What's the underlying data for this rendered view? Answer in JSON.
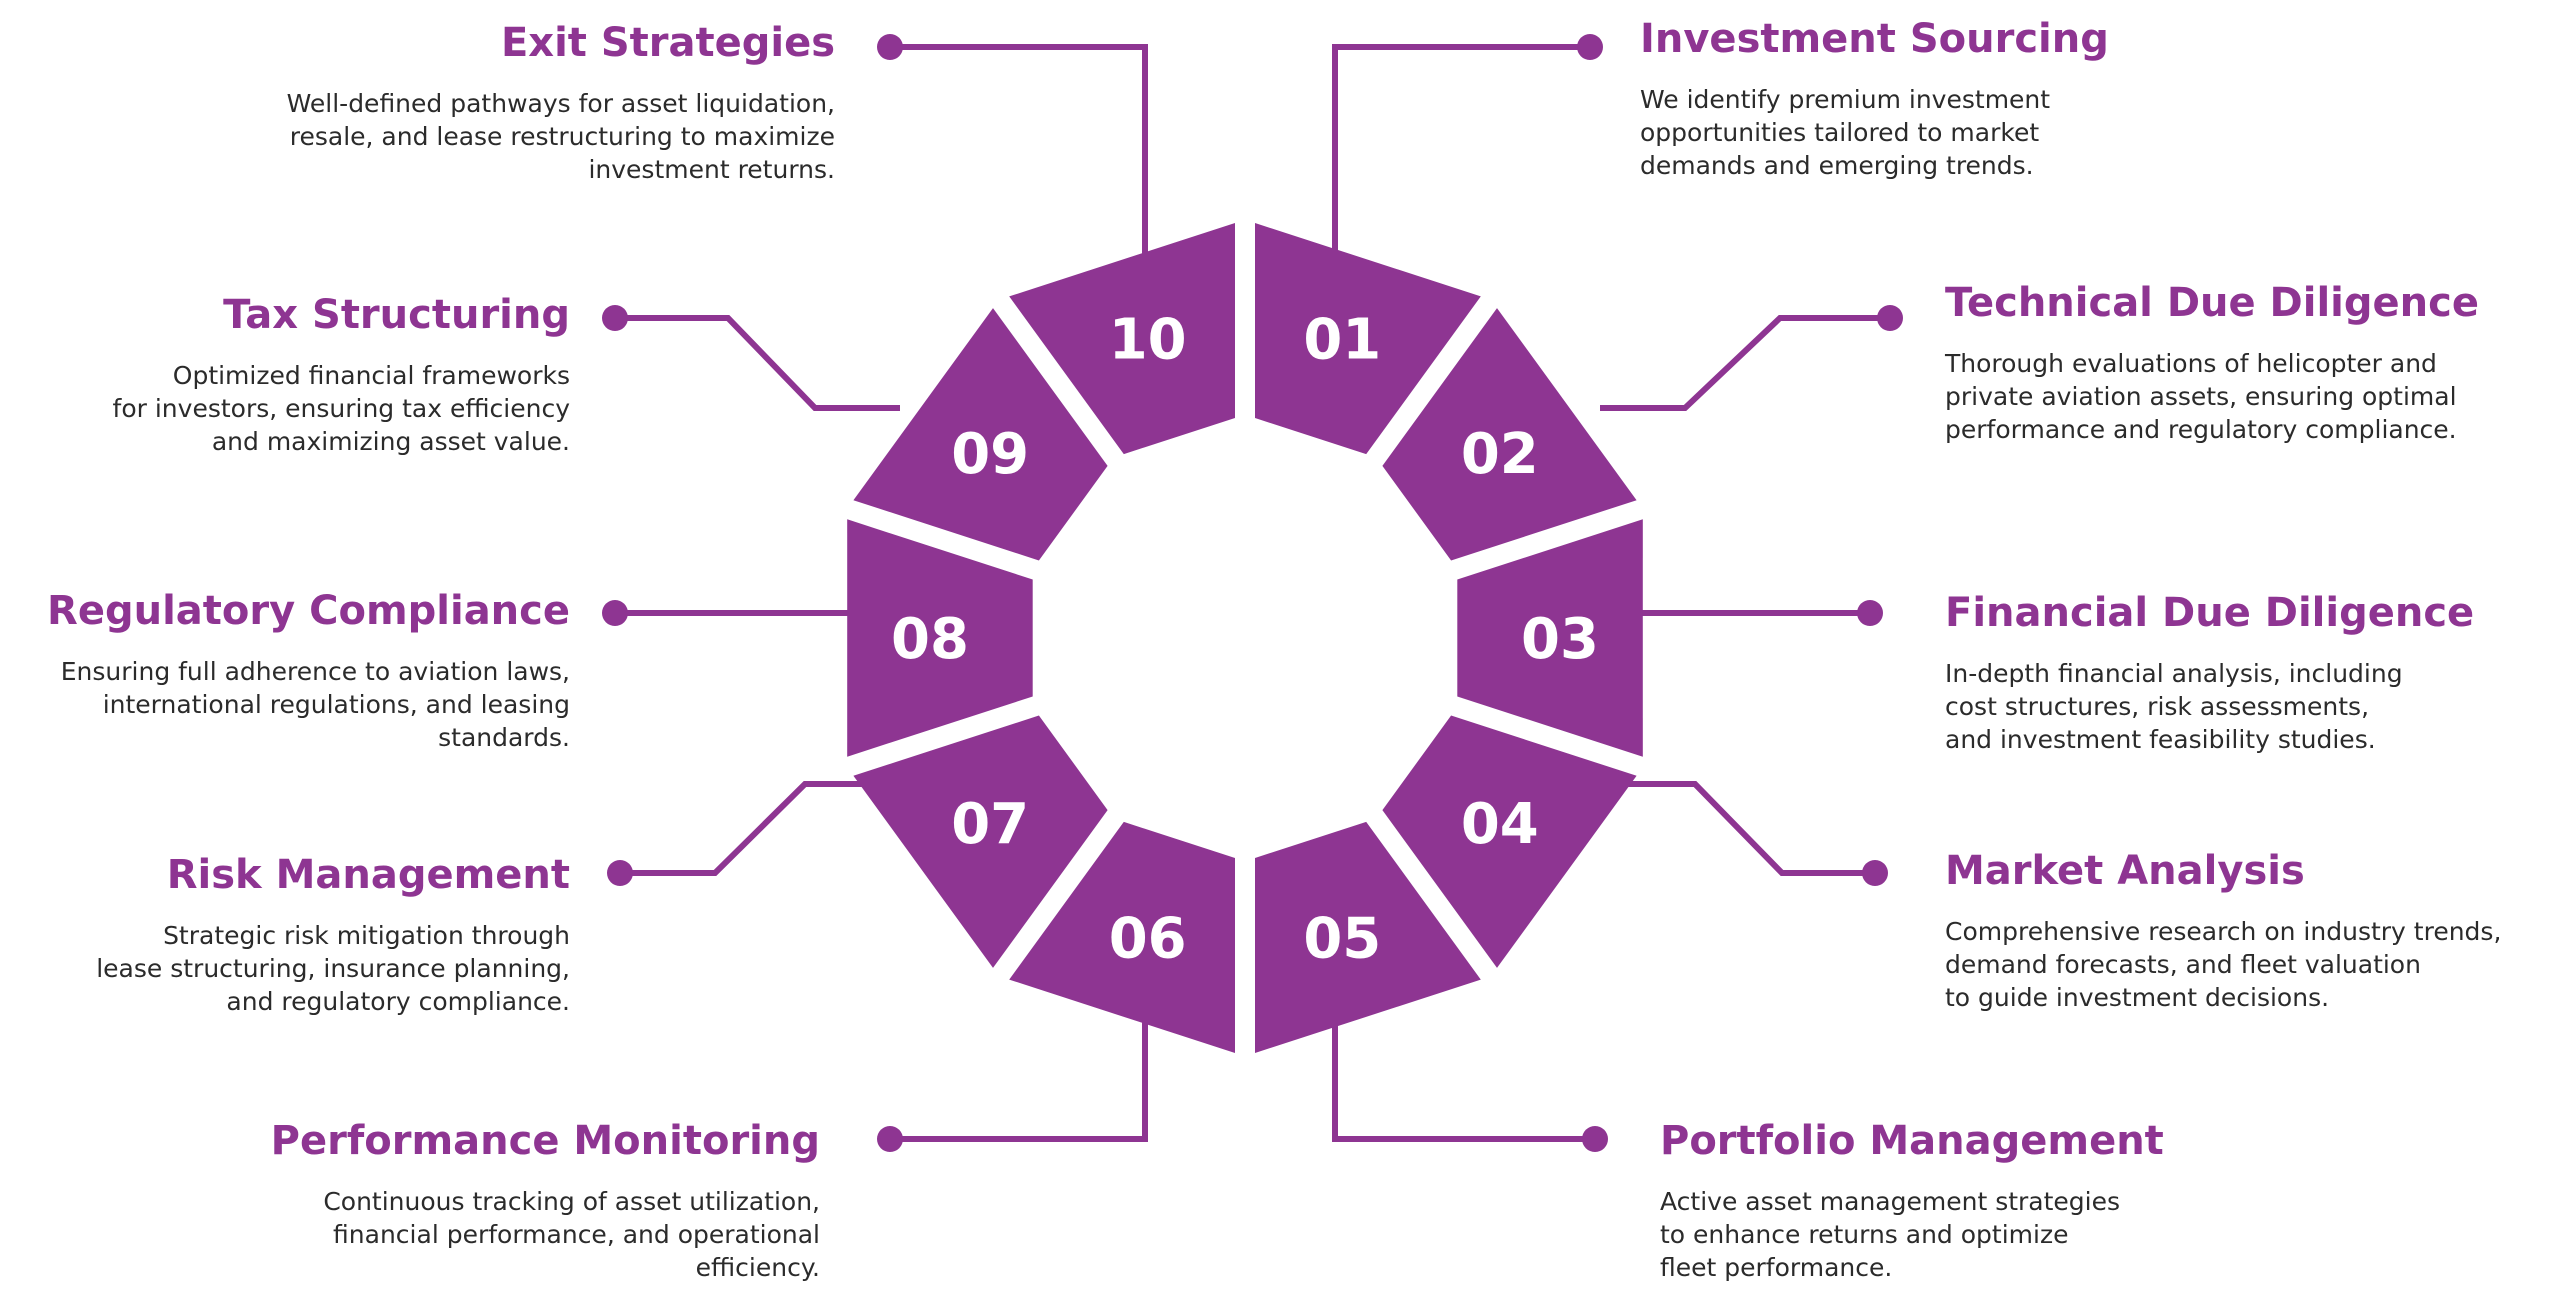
{
  "colors": {
    "accent": "#8e3592",
    "text": "#2b2b2b",
    "background": "#ffffff"
  },
  "steps": [
    {
      "number": "01",
      "title": "Investment Sourcing",
      "lines": [
        "We identify premium investment",
        "opportunities tailored to market",
        "demands and emerging trends."
      ]
    },
    {
      "number": "02",
      "title": "Technical Due Diligence",
      "lines": [
        "Thorough evaluations of helicopter and",
        "private aviation assets, ensuring optimal",
        "performance and regulatory compliance."
      ]
    },
    {
      "number": "03",
      "title": "Financial Due Diligence",
      "lines": [
        "In-depth financial analysis, including",
        "cost structures, risk assessments,",
        "and investment feasibility studies."
      ]
    },
    {
      "number": "04",
      "title": "Market Analysis",
      "lines": [
        "Comprehensive research on industry trends,",
        "demand forecasts, and fleet valuation",
        "to guide investment decisions."
      ]
    },
    {
      "number": "05",
      "title": "Portfolio Management",
      "lines": [
        "Active asset management strategies",
        "to enhance returns and optimize",
        "fleet performance."
      ]
    },
    {
      "number": "06",
      "title": "Performance Monitoring",
      "lines": [
        "Continuous tracking of asset utilization,",
        "financial performance, and operational",
        "efficiency."
      ]
    },
    {
      "number": "07",
      "title": "Risk Management",
      "lines": [
        "Strategic risk mitigation through",
        "lease structuring, insurance planning,",
        "and regulatory compliance."
      ]
    },
    {
      "number": "08",
      "title": "Regulatory Compliance",
      "lines": [
        "Ensuring full adherence to aviation laws,",
        "international regulations, and leasing",
        "standards."
      ]
    },
    {
      "number": "09",
      "title": "Tax Structuring",
      "lines": [
        "Optimized financial frameworks",
        "for investors, ensuring tax efficiency",
        "and maximizing asset value."
      ]
    },
    {
      "number": "10",
      "title": "Exit Strategies",
      "lines": [
        "Well-defined pathways for asset liquidation,",
        "resale, and lease restructuring to maximize",
        "investment returns."
      ]
    }
  ]
}
